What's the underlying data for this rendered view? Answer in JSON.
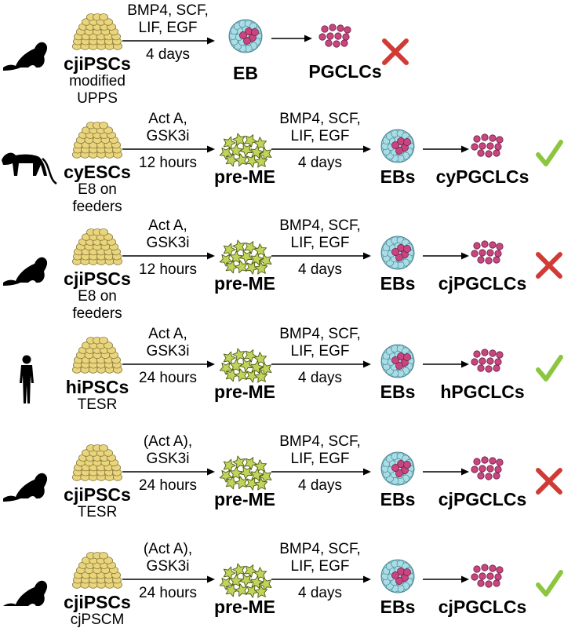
{
  "colors": {
    "pluripotent_cells": "#e9d57d",
    "pre_me_cells": "#c2d35a",
    "eb_outer": "#a9dde6",
    "eb_inner": "#c8457f",
    "pgclc": "#c8457f",
    "fail_mark": "#d13b36",
    "success_mark": "#8cc63f",
    "organism_silhouette": "#000000"
  },
  "rows": [
    {
      "organism_icon": "marmoset-icon",
      "cell_line": "cjiPSCs",
      "medium_lines": [
        "modified",
        "UPPS"
      ],
      "step1_conditions": [
        "BMP4, SCF,",
        "LIF, EGF"
      ],
      "step1_duration": "4 days",
      "step1_product": "EB",
      "outcome": "PGCLCs",
      "result": "fail"
    },
    {
      "organism_icon": "cynomolgus-monkey-icon",
      "cell_line": "cyESCs",
      "medium_lines": [
        "E8 on",
        "feeders"
      ],
      "step1_conditions": [
        "Act A,",
        "GSK3i"
      ],
      "step1_duration": "12 hours",
      "step1_product": "pre-ME",
      "step2_conditions": [
        "BMP4, SCF,",
        "LIF, EGF"
      ],
      "step2_duration": "4 days",
      "step2_product": "EBs",
      "outcome": "cyPGCLCs",
      "result": "success"
    },
    {
      "organism_icon": "marmoset-icon",
      "cell_line": "cjiPSCs",
      "medium_lines": [
        "E8 on",
        "feeders"
      ],
      "step1_conditions": [
        "Act A,",
        "GSK3i"
      ],
      "step1_duration": "12 hours",
      "step1_product": "pre-ME",
      "step2_conditions": [
        "BMP4, SCF,",
        "LIF, EGF"
      ],
      "step2_duration": "4 days",
      "step2_product": "EBs",
      "outcome": "cjPGCLCs",
      "result": "fail"
    },
    {
      "organism_icon": "human-icon",
      "cell_line": "hiPSCs",
      "medium_lines": [
        "TESR"
      ],
      "step1_conditions": [
        "Act A,",
        "GSK3i"
      ],
      "step1_duration": "24 hours",
      "step1_product": "pre-ME",
      "step2_conditions": [
        "BMP4, SCF,",
        "LIF, EGF"
      ],
      "step2_duration": "4 days",
      "step2_product": "EBs",
      "outcome": "hPGCLCs",
      "result": "success"
    },
    {
      "organism_icon": "marmoset-icon",
      "cell_line": "cjiPSCs",
      "medium_lines": [
        "TESR"
      ],
      "step1_conditions": [
        "(Act A),",
        "GSK3i"
      ],
      "step1_duration": "24 hours",
      "step1_product": "pre-ME",
      "step2_conditions": [
        "BMP4, SCF,",
        "LIF, EGF"
      ],
      "step2_duration": "4 days",
      "step2_product": "EBs",
      "outcome": "cjPGCLCs",
      "result": "fail"
    },
    {
      "organism_icon": "marmoset-icon",
      "cell_line": "cjiPSCs",
      "medium_lines": [
        "cjPSCM"
      ],
      "step1_conditions": [
        "(Act A),",
        "GSK3i"
      ],
      "step1_duration": "24 hours",
      "step1_product": "pre-ME",
      "step2_conditions": [
        "BMP4, SCF,",
        "LIF, EGF"
      ],
      "step2_duration": "4 days",
      "step2_product": "EBs",
      "outcome": "cjPGCLCs",
      "result": "success"
    }
  ]
}
